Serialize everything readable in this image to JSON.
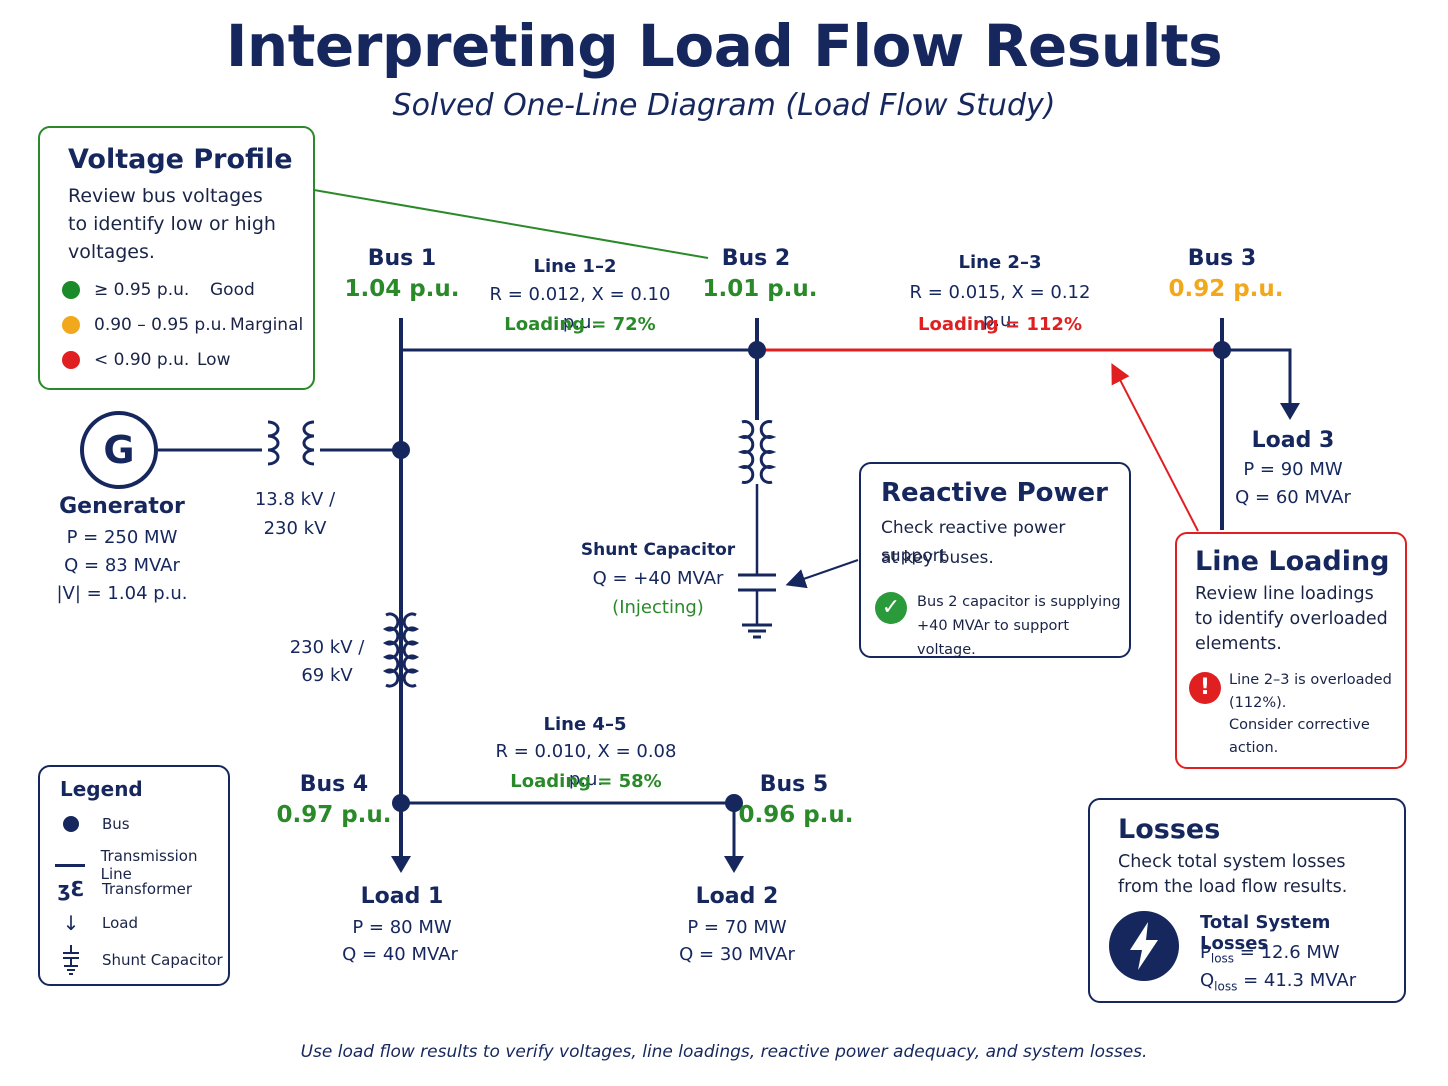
{
  "title": "Interpreting Load Flow Results",
  "subtitle": "Solved One-Line Diagram (Load Flow Study)",
  "footer": "Use load flow results to verify voltages, line loadings, reactive power adequacy, and system losses.",
  "colors": {
    "good": "#2a8a2a",
    "marginal": "#f2a81c",
    "low": "#e02020",
    "navy": "#16275e"
  },
  "buses": {
    "bus1": {
      "name": "Bus 1",
      "voltage": "1.04 p.u.",
      "status": "good"
    },
    "bus2": {
      "name": "Bus 2",
      "voltage": "1.01 p.u.",
      "status": "good"
    },
    "bus3": {
      "name": "Bus 3",
      "voltage": "0.92 p.u.",
      "status": "marginal"
    },
    "bus4": {
      "name": "Bus 4",
      "voltage": "0.97 p.u.",
      "status": "good"
    },
    "bus5": {
      "name": "Bus 5",
      "voltage": "0.96 p.u.",
      "status": "good"
    }
  },
  "lines": {
    "line12": {
      "name": "Line 1–2",
      "params": "R = 0.012, X = 0.10 p.u.",
      "loading": "Loading = 72%"
    },
    "line23": {
      "name": "Line 2–3",
      "params": "R = 0.015, X = 0.12 p.u.",
      "loading": "Loading = 112%"
    },
    "line45": {
      "name": "Line 4–5",
      "params": "R = 0.010, X = 0.08 p.u.",
      "loading": "Loading = 58%"
    }
  },
  "generator": {
    "symbol": "G",
    "name": "Generator",
    "p": "P = 250 MW",
    "q": "Q = 83 MVAr",
    "v": "|V| = 1.04 p.u."
  },
  "transformers": {
    "t1": {
      "line1": "13.8 kV /",
      "line2": "230 kV"
    },
    "t2": {
      "line1": "230 kV /",
      "line2": "69 kV"
    }
  },
  "shunt": {
    "name": "Shunt Capacitor",
    "q": "Q = +40 MVAr",
    "state": "(Injecting)"
  },
  "loads": {
    "load1": {
      "name": "Load 1",
      "p": "P = 80 MW",
      "q": "Q = 40 MVAr"
    },
    "load2": {
      "name": "Load 2",
      "p": "P = 70 MW",
      "q": "Q = 30 MVAr"
    },
    "load3": {
      "name": "Load 3",
      "p": "P = 90 MW",
      "q": "Q = 60 MVAr"
    }
  },
  "voltage_profile": {
    "title": "Voltage Profile",
    "text": [
      "Review bus voltages",
      "to identify low or high",
      "voltages."
    ],
    "rows": [
      {
        "range": "≥ 0.95 p.u.",
        "label": "Good"
      },
      {
        "range": "0.90 – 0.95 p.u.",
        "label": "Marginal"
      },
      {
        "range": "< 0.90 p.u.",
        "label": "Low"
      }
    ]
  },
  "reactive_power": {
    "title": "Reactive Power",
    "text": [
      "Check reactive power support",
      "at key buses."
    ],
    "note": [
      "Bus 2 capacitor is supplying",
      "+40 MVAr to support voltage."
    ]
  },
  "line_loading": {
    "title": "Line Loading",
    "text": [
      "Review line loadings",
      "to identify overloaded",
      "elements."
    ],
    "warning": [
      "Line 2–3 is overloaded",
      "(112%).",
      "Consider corrective",
      "action."
    ]
  },
  "losses": {
    "title": "Losses",
    "text": [
      "Check total system losses",
      "from the load flow results."
    ],
    "heading": "Total System Losses",
    "p_sym": "P",
    "p_sub": "loss",
    "p_val": "= 12.6 MW",
    "q_sym": "Q",
    "q_sub": "loss",
    "q_val": "= 41.3 MVAr"
  },
  "legend": {
    "title": "Legend",
    "items": [
      "Bus",
      "Transmission Line",
      "Transformer",
      "Load",
      "Shunt Capacitor"
    ]
  }
}
